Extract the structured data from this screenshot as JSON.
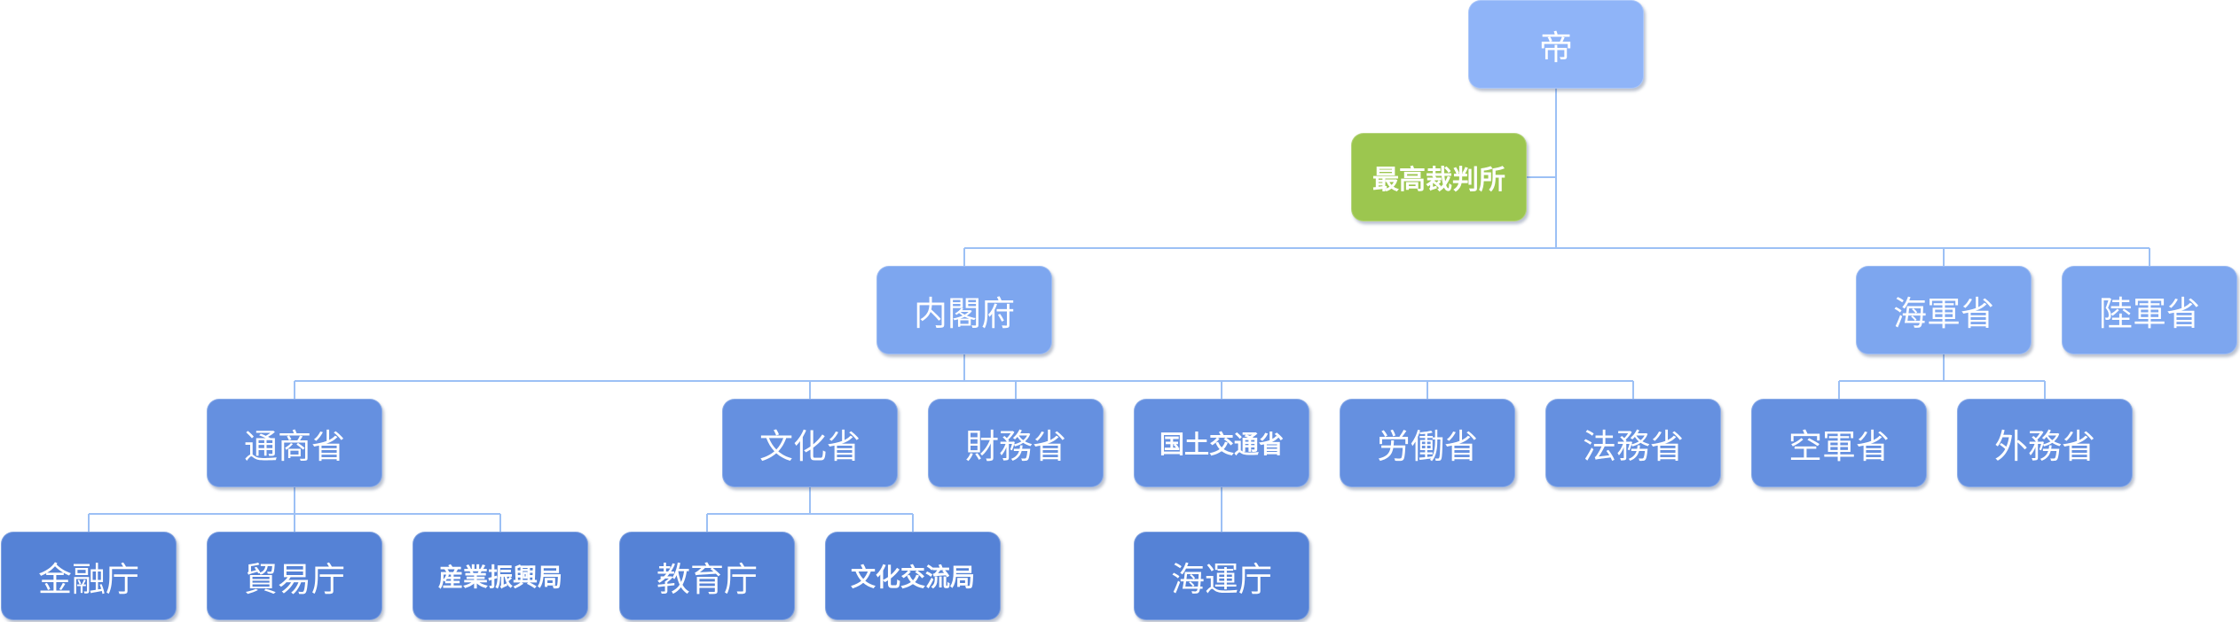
{
  "org_chart": {
    "nodes": [
      {
        "id": "emperor",
        "label": "帝",
        "parent": null
      },
      {
        "id": "supreme_court",
        "label": "最高裁判所",
        "parent": "emperor"
      },
      {
        "id": "cabinet_office",
        "label": "内閣府",
        "parent": "emperor"
      },
      {
        "id": "navy",
        "label": "海軍省",
        "parent": "emperor"
      },
      {
        "id": "army",
        "label": "陸軍省",
        "parent": "emperor"
      },
      {
        "id": "commerce",
        "label": "通商省",
        "parent": "cabinet_office"
      },
      {
        "id": "culture",
        "label": "文化省",
        "parent": "cabinet_office"
      },
      {
        "id": "finance",
        "label": "財務省",
        "parent": "cabinet_office"
      },
      {
        "id": "land_transport",
        "label": "国土交通省",
        "parent": "cabinet_office"
      },
      {
        "id": "labor",
        "label": "労働省",
        "parent": "cabinet_office"
      },
      {
        "id": "justice",
        "label": "法務省",
        "parent": "cabinet_office"
      },
      {
        "id": "air_force",
        "label": "空軍省",
        "parent": "navy"
      },
      {
        "id": "foreign",
        "label": "外務省",
        "parent": "navy"
      },
      {
        "id": "financial_agency",
        "label": "金融庁",
        "parent": "commerce"
      },
      {
        "id": "trade_agency",
        "label": "貿易庁",
        "parent": "commerce"
      },
      {
        "id": "industry_bureau",
        "label": "産業振興局",
        "parent": "commerce"
      },
      {
        "id": "education_agency",
        "label": "教育庁",
        "parent": "culture"
      },
      {
        "id": "cultural_exchange",
        "label": "文化交流局",
        "parent": "culture"
      },
      {
        "id": "maritime_agency",
        "label": "海運庁",
        "parent": "land_transport"
      }
    ],
    "colors": {
      "level0": "#8fb4f8",
      "level1": "#7da6ef",
      "level2": "#6590e0",
      "level3": "#5582d6",
      "court": "#9cc64f",
      "connector": "#9cc0f5",
      "text": "#ffffff"
    }
  }
}
